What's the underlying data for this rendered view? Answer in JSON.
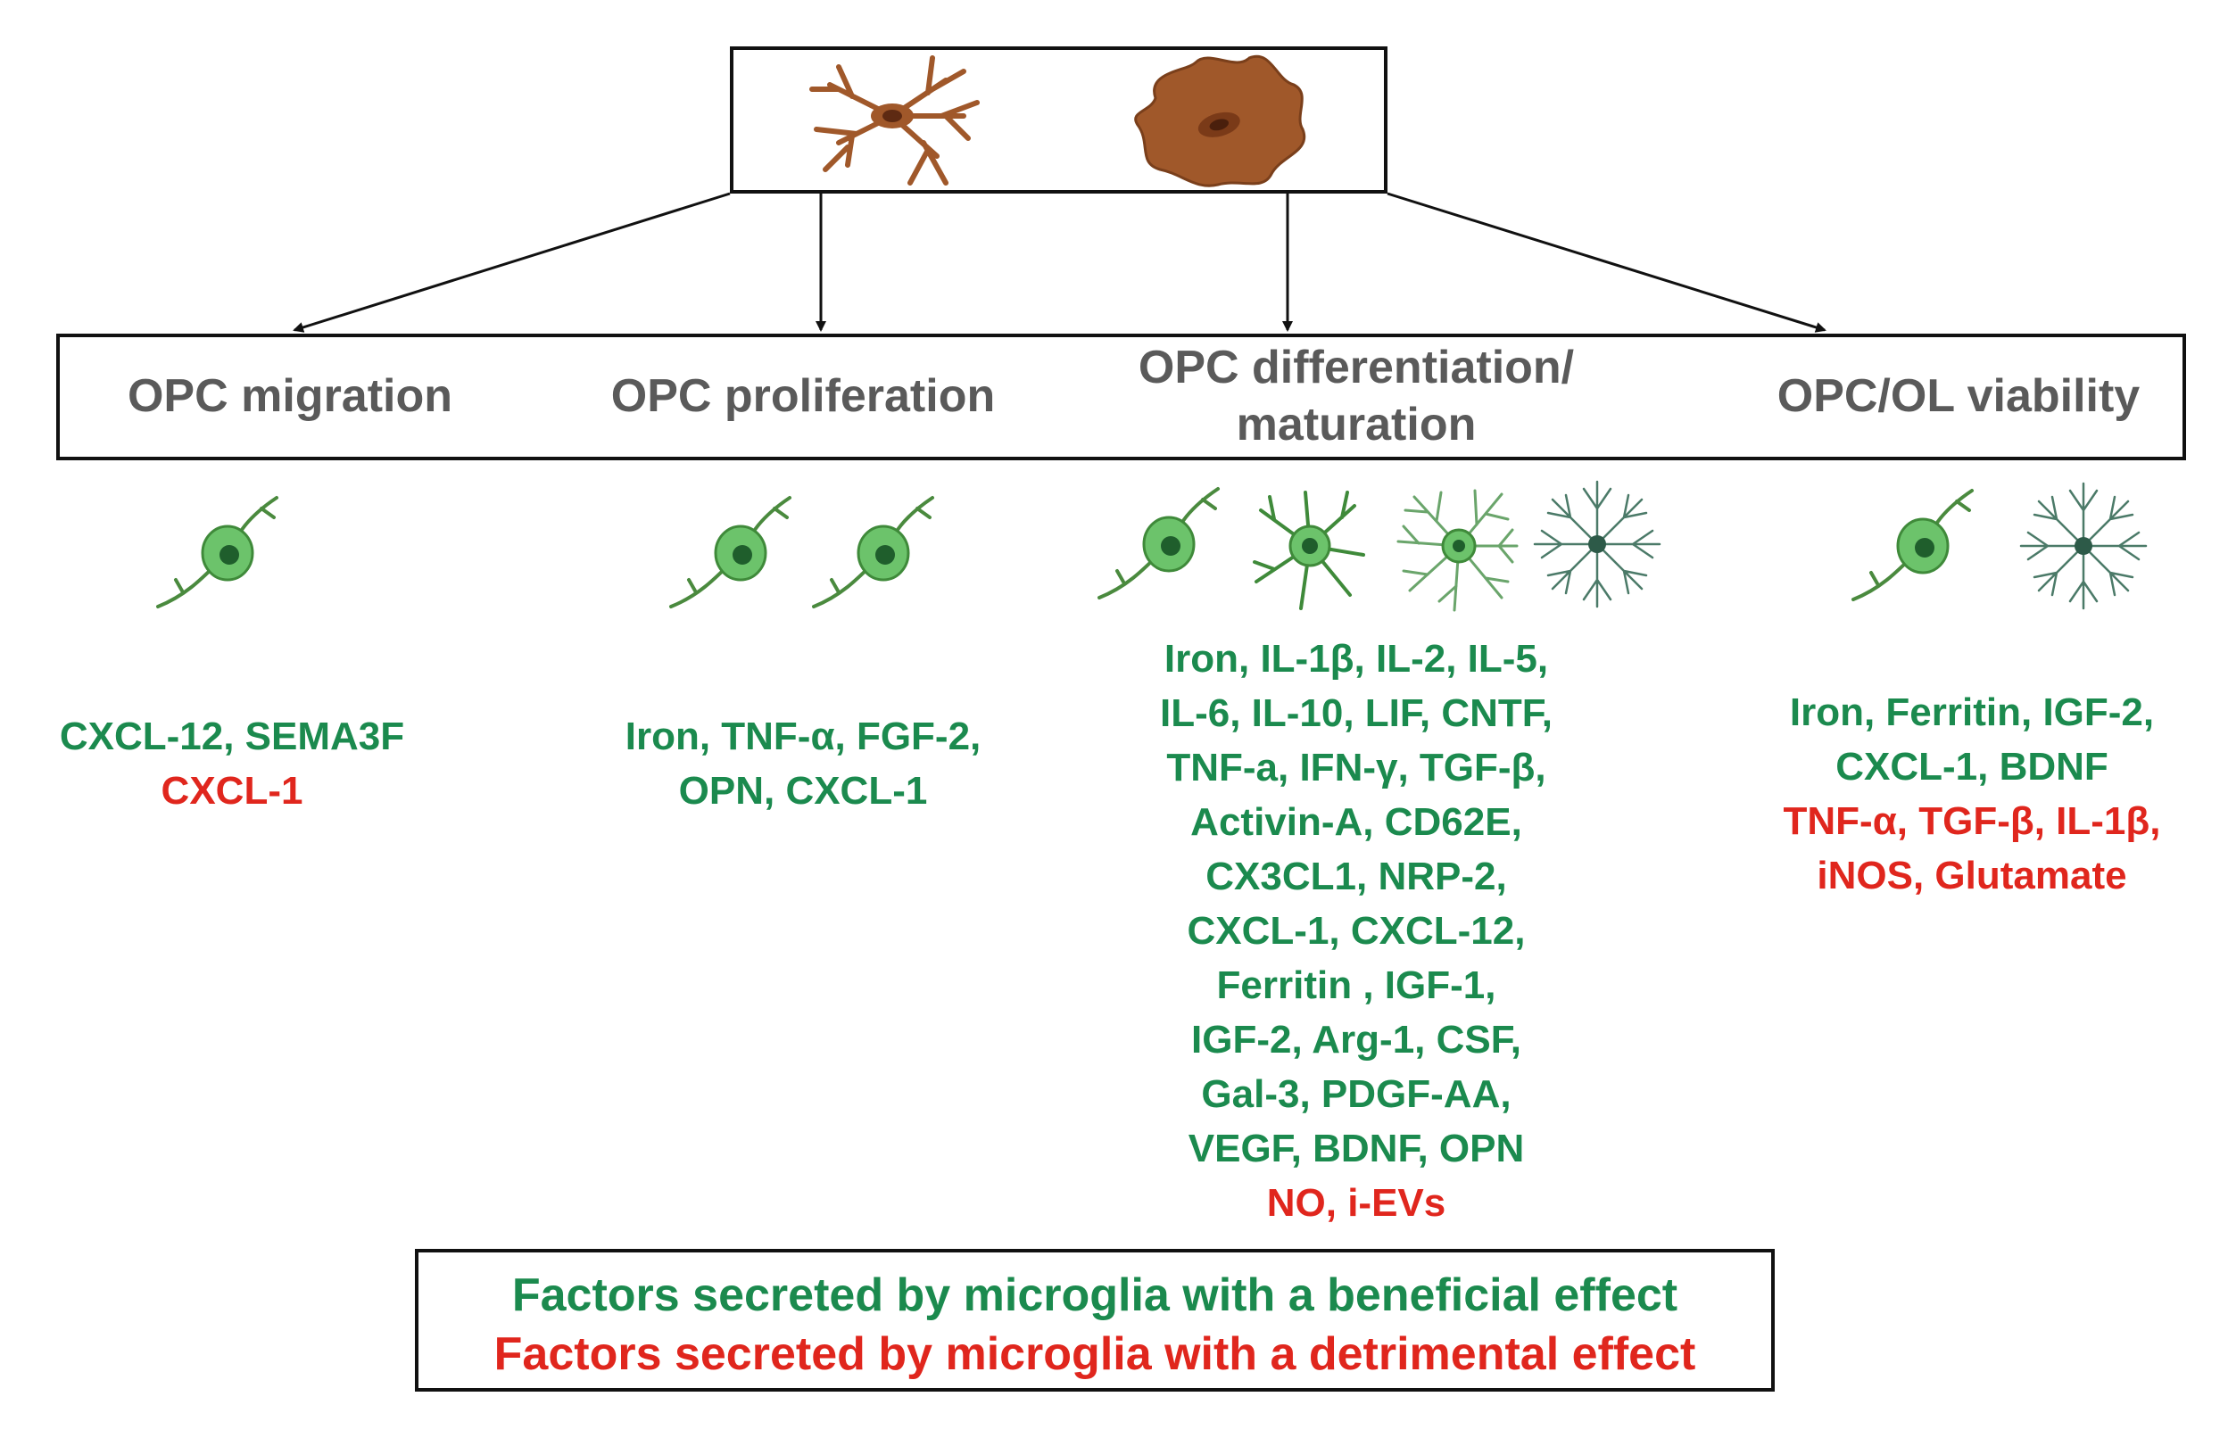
{
  "categories": [
    {
      "id": "migration",
      "label": "OPC migration"
    },
    {
      "id": "proliferation",
      "label": "OPC proliferation"
    },
    {
      "id": "differentiation",
      "label_line1": "OPC differentiation/",
      "label_line2": "maturation"
    },
    {
      "id": "viability",
      "label": "OPC/OL viability"
    }
  ],
  "migration": {
    "beneficial": [
      "CXCL-12, SEMA3F"
    ],
    "detrimental": [
      "CXCL-1"
    ]
  },
  "proliferation": {
    "beneficial": [
      "Iron, TNF-α, FGF-2,",
      "OPN, CXCL-1"
    ],
    "detrimental": []
  },
  "differentiation": {
    "beneficial": [
      "Iron, IL-1β, IL-2, IL-5,",
      "IL-6, IL-10, LIF, CNTF,",
      "TNF-a, IFN-γ, TGF-β,",
      "Activin-A, CD62E,",
      "CX3CL1, NRP-2,",
      "CXCL-1, CXCL-12,",
      "Ferritin , IGF-1,",
      "IGF-2, Arg-1, CSF,",
      "Gal-3, PDGF-AA,",
      "VEGF, BDNF, OPN"
    ],
    "detrimental": [
      "NO, i-EVs"
    ]
  },
  "viability": {
    "beneficial": [
      "Iron, Ferritin, IGF-2,",
      "CXCL-1, BDNF"
    ],
    "detrimental": [
      "TNF-α, TGF-β, IL-1β,",
      "iNOS, Glutamate"
    ]
  },
  "legend": {
    "beneficial": "Factors secreted by microglia with a beneficial effect",
    "detrimental": "Factors secreted by microglia with a detrimental effect"
  },
  "colors": {
    "beneficial": "#1b8a4e",
    "detrimental": "#e0261d",
    "microglia": "#a0582a",
    "opc": "#6cc36b"
  }
}
